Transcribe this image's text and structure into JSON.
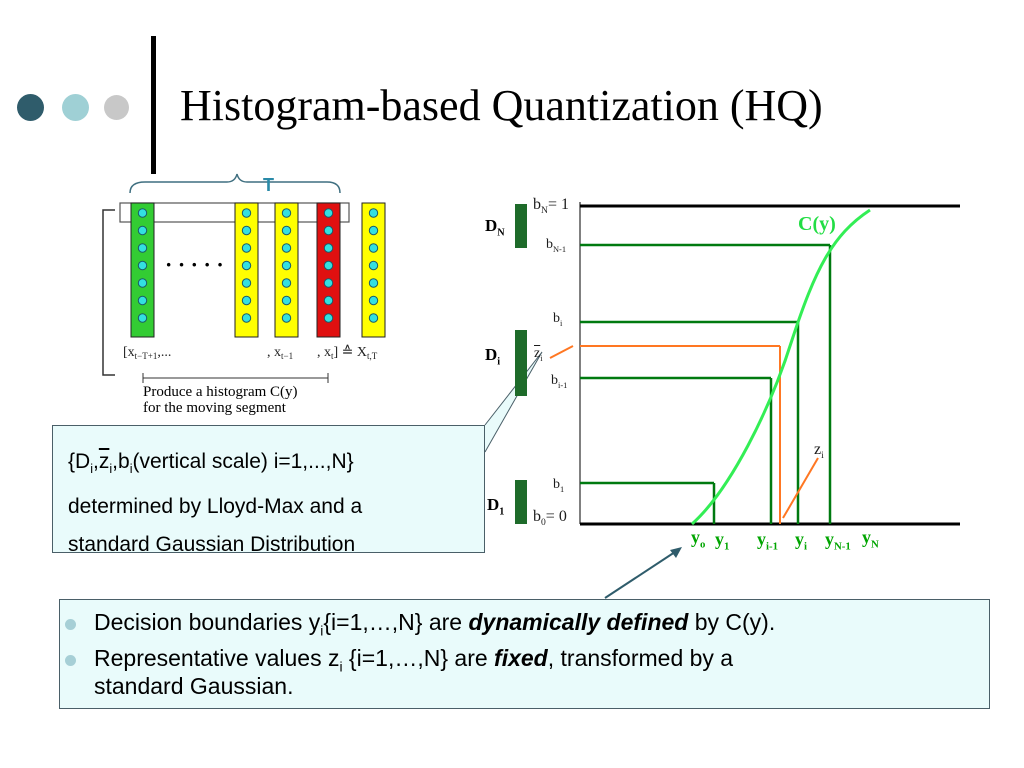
{
  "slide": {
    "title": "Histogram-based Quantization (HQ)",
    "accent_colors": [
      "#2f5c6b",
      "#9fd0d5",
      "#c8c8c8"
    ]
  },
  "segment_diagram": {
    "t_label": "T",
    "seq_left": "[x",
    "seq_left_sub": "t−T+1",
    "seq_left_tail": ",...",
    "seq_mid": ", x",
    "seq_mid_sub": "t−1",
    "seq_right": ", x",
    "seq_right_sub": "t",
    "seq_close": "] ≙ X",
    "seq_close_sub": "t,T",
    "dots": "· · · · ·",
    "caption_line1": "Produce a histogram C(y)",
    "caption_line2": "for the moving segment",
    "colors": {
      "green": "#33cc33",
      "yellow": "#ffff00",
      "red": "#e01010",
      "bead": "#33e0e0"
    }
  },
  "callout": {
    "line1_open": "{D",
    "line1_d_sub": "i",
    "line1_z": "z",
    "line1_z_sub": "i",
    "line1_b": "b",
    "line1_b_sub": "i",
    "line1_tail": "(vertical scale) i=1,...,N}",
    "line2": "determined by  Lloyd-Max and a",
    "line3": "standard Gaussian Distribution"
  },
  "graph": {
    "curve_label": "C(y)",
    "b_labels": {
      "bN": "b",
      "bN_sub": "N",
      "bN_tail": "= 1",
      "bN1": "b",
      "bN1_sub": "N-1",
      "bi": "b",
      "bi_sub": "i",
      "zi_bar": "z",
      "zi_bar_sub": "i",
      "bi1": "b",
      "bi1_sub": "i-1",
      "b1": "b",
      "b1_sub": "1",
      "b0": "b",
      "b0_sub": "0",
      "b0_tail": "= 0",
      "zi": "z",
      "zi_sub": "i"
    },
    "d_labels": {
      "DN": "D",
      "DN_sub": "N",
      "Di": "D",
      "Di_sub": "i",
      "D1": "D",
      "D1_sub": "1"
    },
    "y_labels": {
      "y0": "y",
      "y0_sub": "o",
      "y1": "y",
      "y1_sub": "1",
      "yi1": "y",
      "yi1_sub": "i-1",
      "yi": "y",
      "yi_sub": "i",
      "yN1": "y",
      "yN1_sub": "N-1",
      "yN": "y",
      "yN_sub": "N"
    },
    "colors": {
      "curve": "#33ee55",
      "step": "#007a10",
      "orange": "#ff7722",
      "bar": "#1e6b2a"
    }
  },
  "bullets": {
    "b1_pre": "Decision boundaries y",
    "b1_sub": "i",
    "b1_mid": "{i=1,…,N} are ",
    "b1_bold": "dynamically defined",
    "b1_post": " by C(y).",
    "b2_pre": "Representative values z",
    "b2_sub": "i",
    "b2_mid": " {i=1,…,N} are ",
    "b2_bold": "fixed",
    "b2_post": ", transformed by a",
    "b2_line2": "standard Gaussian."
  }
}
